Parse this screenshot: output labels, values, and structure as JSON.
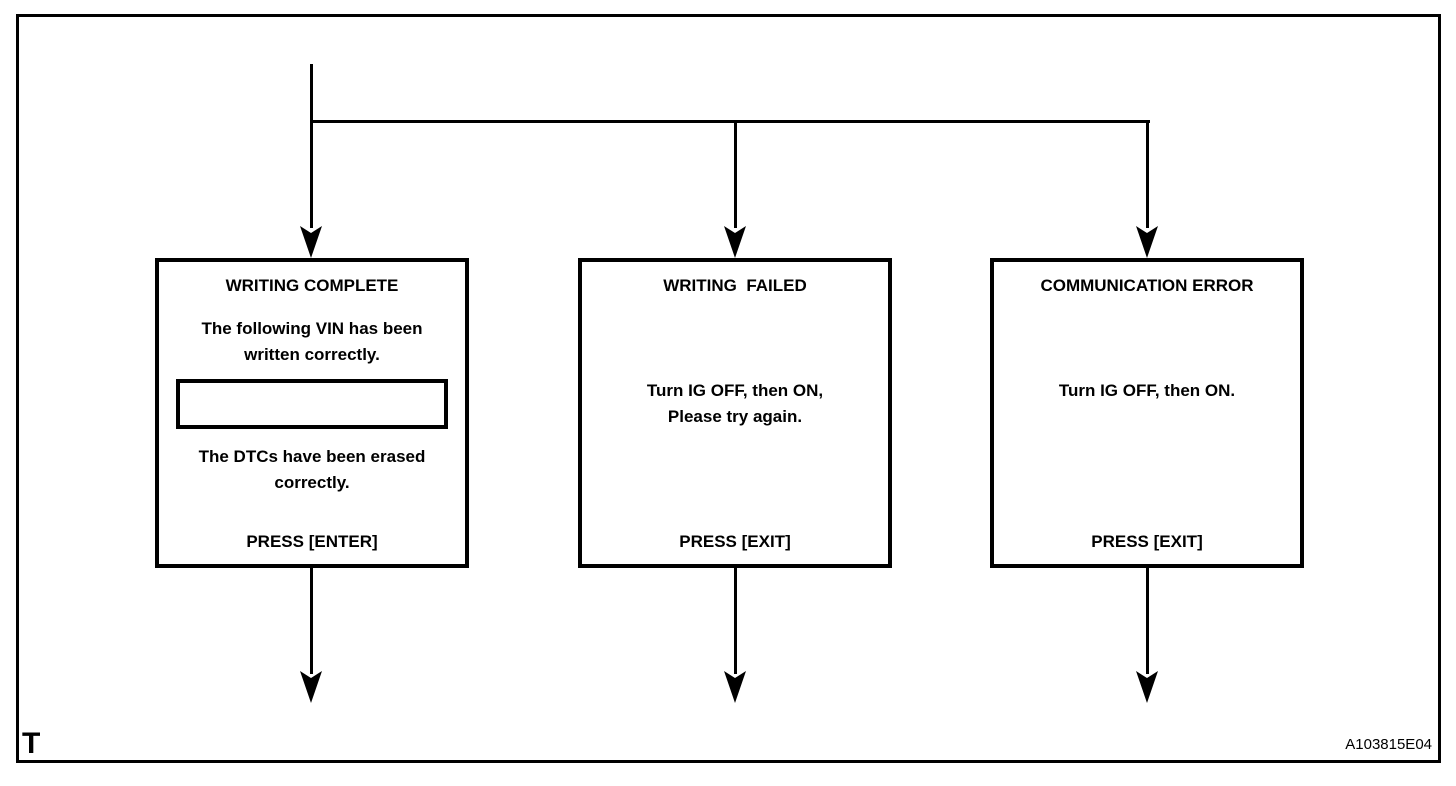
{
  "figure": {
    "corner_label": "T",
    "reference_code": "A103815E04"
  },
  "colors": {
    "line": "#000000",
    "background": "#ffffff",
    "text": "#000000"
  },
  "screens": [
    {
      "title": "WRITING COMPLETE",
      "message_top": "The following VIN has been\nwritten correctly.",
      "vin_value": "",
      "message_bottom": "The DTCs have been erased\ncorrectly.",
      "action": "PRESS [ENTER]"
    },
    {
      "title": "WRITING  FAILED",
      "message": "Turn IG OFF, then ON,\nPlease try again.",
      "action": "PRESS [EXIT]"
    },
    {
      "title": "COMMUNICATION ERROR",
      "message": "Turn IG OFF, then ON.",
      "action": "PRESS [EXIT]"
    }
  ]
}
